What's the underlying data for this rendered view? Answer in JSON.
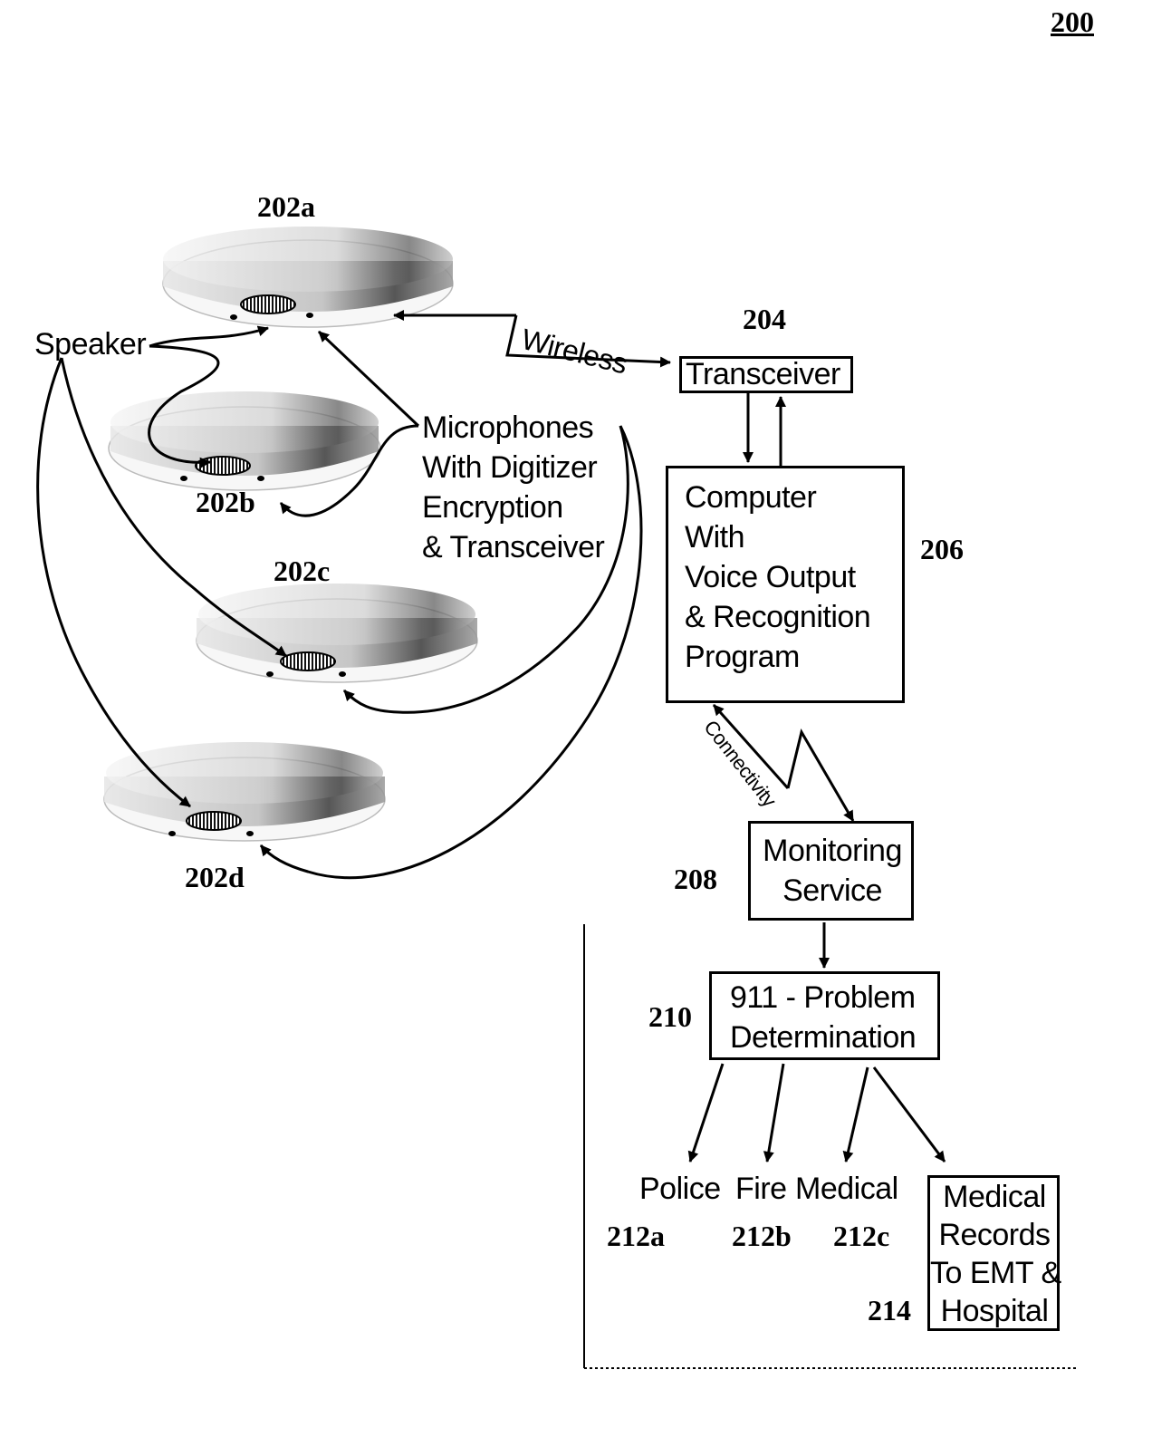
{
  "figure_number": "200",
  "devices": {
    "a": {
      "label": "202a"
    },
    "b": {
      "label": "202b"
    },
    "c": {
      "label": "202c"
    },
    "d": {
      "label": "202d"
    }
  },
  "speaker_label": "Speaker",
  "microphones_label": "Microphones\nWith Digitizer\nEncryption\n& Transceiver",
  "wireless_label": "Wireless",
  "transceiver": {
    "number": "204",
    "label": "Transceiver"
  },
  "computer": {
    "number": "206",
    "label": "Computer\nWith\nVoice Output\n& Recognition\nProgram"
  },
  "connectivity_label": "Connectivity",
  "monitoring": {
    "number": "208",
    "label": "Monitoring\nService"
  },
  "problem": {
    "number": "210",
    "label": "911 - Problem\nDetermination"
  },
  "responders": [
    {
      "label": "Police",
      "number": "212a"
    },
    {
      "label": "Fire",
      "number": "212b"
    },
    {
      "label": "Medical",
      "number": "212c"
    }
  ],
  "records": {
    "number": "214",
    "label": "Medical\nRecords\nTo EMT &\nHospital"
  },
  "colors": {
    "line": "#000000",
    "device_dark": "#444444",
    "device_light": "#d8d8d8",
    "background": "#ffffff"
  }
}
